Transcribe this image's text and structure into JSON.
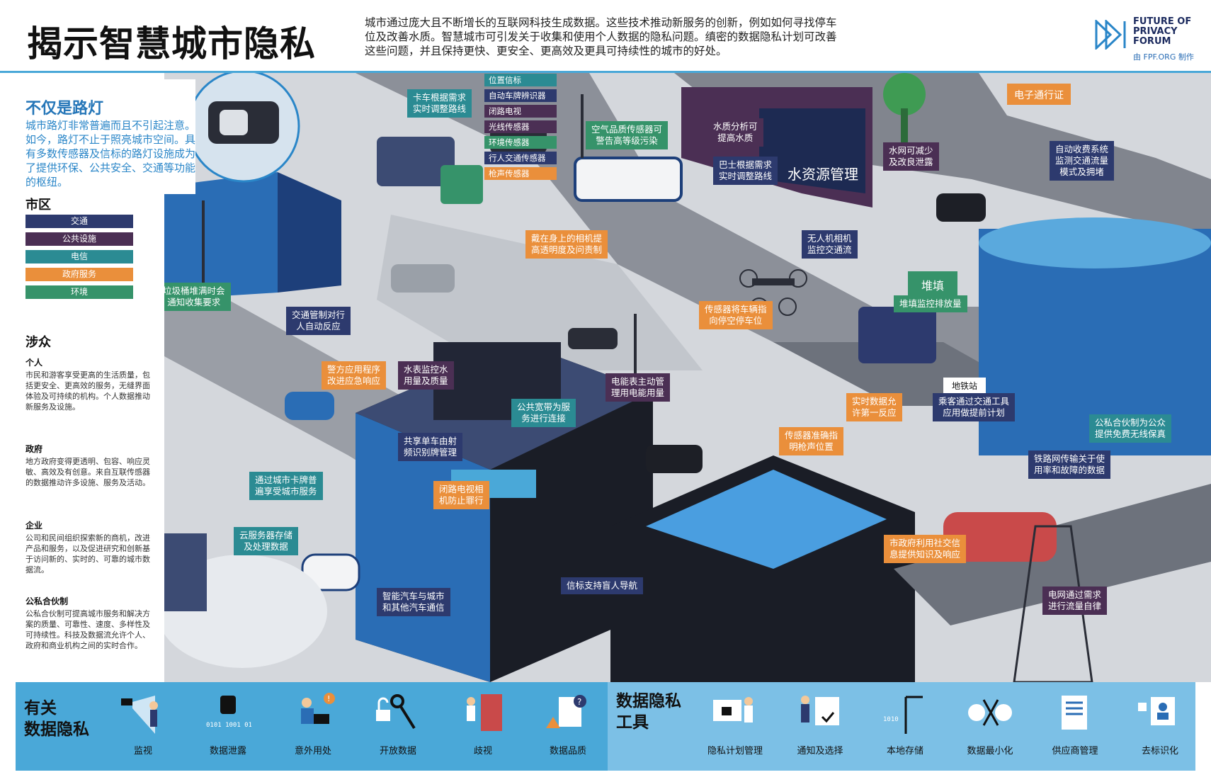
{
  "header": {
    "title": "揭示智慧城市隐私",
    "intro": "城市通过庞大且不断增长的互联网科技生成数据。这些技术推动新服务的创新，例如如何寻找停车位及改善水质。智慧城市可引发关于收集和使用个人数据的隐私问题。缜密的数据隐私计划可改善这些问题，并且保持更快、更安全、更高效及更具可持续性的城市的好处。",
    "logo_line1": "FUTURE OF",
    "logo_line2": "PRIVACY",
    "logo_line3": "FORUM",
    "logo_sub": "由 FPF.ORG 制作"
  },
  "sidebar": {
    "lamp_title": "不仅是路灯",
    "lamp_text": "城市路灯非常普遍而且不引起注意。如今，路灯不止于照亮城市空间。具有多数传感器及信标的路灯设施成为了提供环保、公共安全、交通等功能的枢纽。",
    "legend_title": "市区",
    "legend": [
      {
        "label": "交通",
        "color": "#2d3a6e"
      },
      {
        "label": "公共设施",
        "color": "#4b2f54"
      },
      {
        "label": "电信",
        "color": "#2b8b93"
      },
      {
        "label": "政府服务",
        "color": "#ea8f3b"
      },
      {
        "label": "环境",
        "color": "#36936a"
      }
    ],
    "stakeholders_title": "涉众",
    "stakeholders": [
      {
        "title": "个人",
        "text": "市民和游客享受更高的生活质量，包括更安全、更高效的服务，无缝界面体验及可持续的机构。个人数据推动新服务及设施。"
      },
      {
        "title": "政府",
        "text": "地方政府变得更透明、包容、响应灵敏、高效及有创意。来自互联传感器的数据推动许多设施、服务及活动。"
      },
      {
        "title": "企业",
        "text": "公司和民间组织探索新的商机，改进产品和服务，以及促进研究和创新基于访问新的、实时的、可靠的城市数据流。"
      },
      {
        "title": "公私合伙制",
        "text": "公私合伙制可提高城市服务和解决方案的质量、可靠性、速度、多样性及可持续性。科技及数据流允许个人、政府和商业机构之间的实时合作。"
      }
    ]
  },
  "sensors": [
    "位置信标",
    "自动车牌辨识器",
    "闭路电视",
    "光线传感器",
    "环境传感器",
    "行人交通传感器",
    "枪声传感器"
  ],
  "callouts": {
    "truck": "卡车根据需求\n实时调整路线",
    "air": "空气品质传感器可\n警告高等级污染",
    "water_q": "水质分析可\n提高水质",
    "water_net": "水网可减少\n及改良泄露",
    "bus": "巴士根据需求\n实时调整路线",
    "toll": "自动收费系统\n监测交通流量\n模式及拥堵",
    "trash": "垃圾桶堆满时会\n通知收集要求",
    "signal": "交通管制对行\n人自动反应",
    "bodycam": "戴在身上的相机提\n高透明度及问责制",
    "drone": "无人机相机\n监控交通流",
    "landfill": "堆填监控排放量",
    "parking": "传感器将车辆指\n向停空停车位",
    "police_app": "警方应用程序\n改进应急响应",
    "water_meter": "水表监控水\n用量及质量",
    "power_meter": "电能表主动管\n理用电能用量",
    "broadband": "公共宽带为服\n务进行连接",
    "realtime": "实时数据允\n许第一反应",
    "gunshot": "传感器准确指\n明枪声位置",
    "transit_app": "乘客通过交通工具\n应用做提前计划",
    "wifi": "公私合伙制为公众\n提供免费无线保真",
    "city_card": "通过城市卡牌普\n遍享受城市服务",
    "bike": "共享单车由射\n频识别牌管理",
    "cctv": "闭路电视相\n机防止罪行",
    "rail": "铁路网传输关于使\n用率和故障的数据",
    "cloud": "云服务器存储\n及处理数据",
    "beacon": "信标支持盲人导航",
    "social": "市政府利用社交信\n息提供知识及响应",
    "smartcar": "智能汽车与城市\n和其他汽车通信",
    "grid": "电网通过需求\n进行流量自律"
  },
  "scene_signs": {
    "water_bureau": "水资源管理",
    "etc": "电子通行证",
    "landfill_sign": "堆填",
    "metro": "地铁站"
  },
  "footer": {
    "left_title_1": "有关",
    "left_title_2": "数据隐私",
    "left_items": [
      "监视",
      "数据泄露",
      "意外用处",
      "开放数据",
      "歧视",
      "数据品质"
    ],
    "right_title_1": "数据隐私",
    "right_title_2": "工具",
    "right_items": [
      "隐私计划管理",
      "通知及选择",
      "本地存储",
      "数据最小化",
      "供应商管理",
      "去标识化"
    ]
  }
}
